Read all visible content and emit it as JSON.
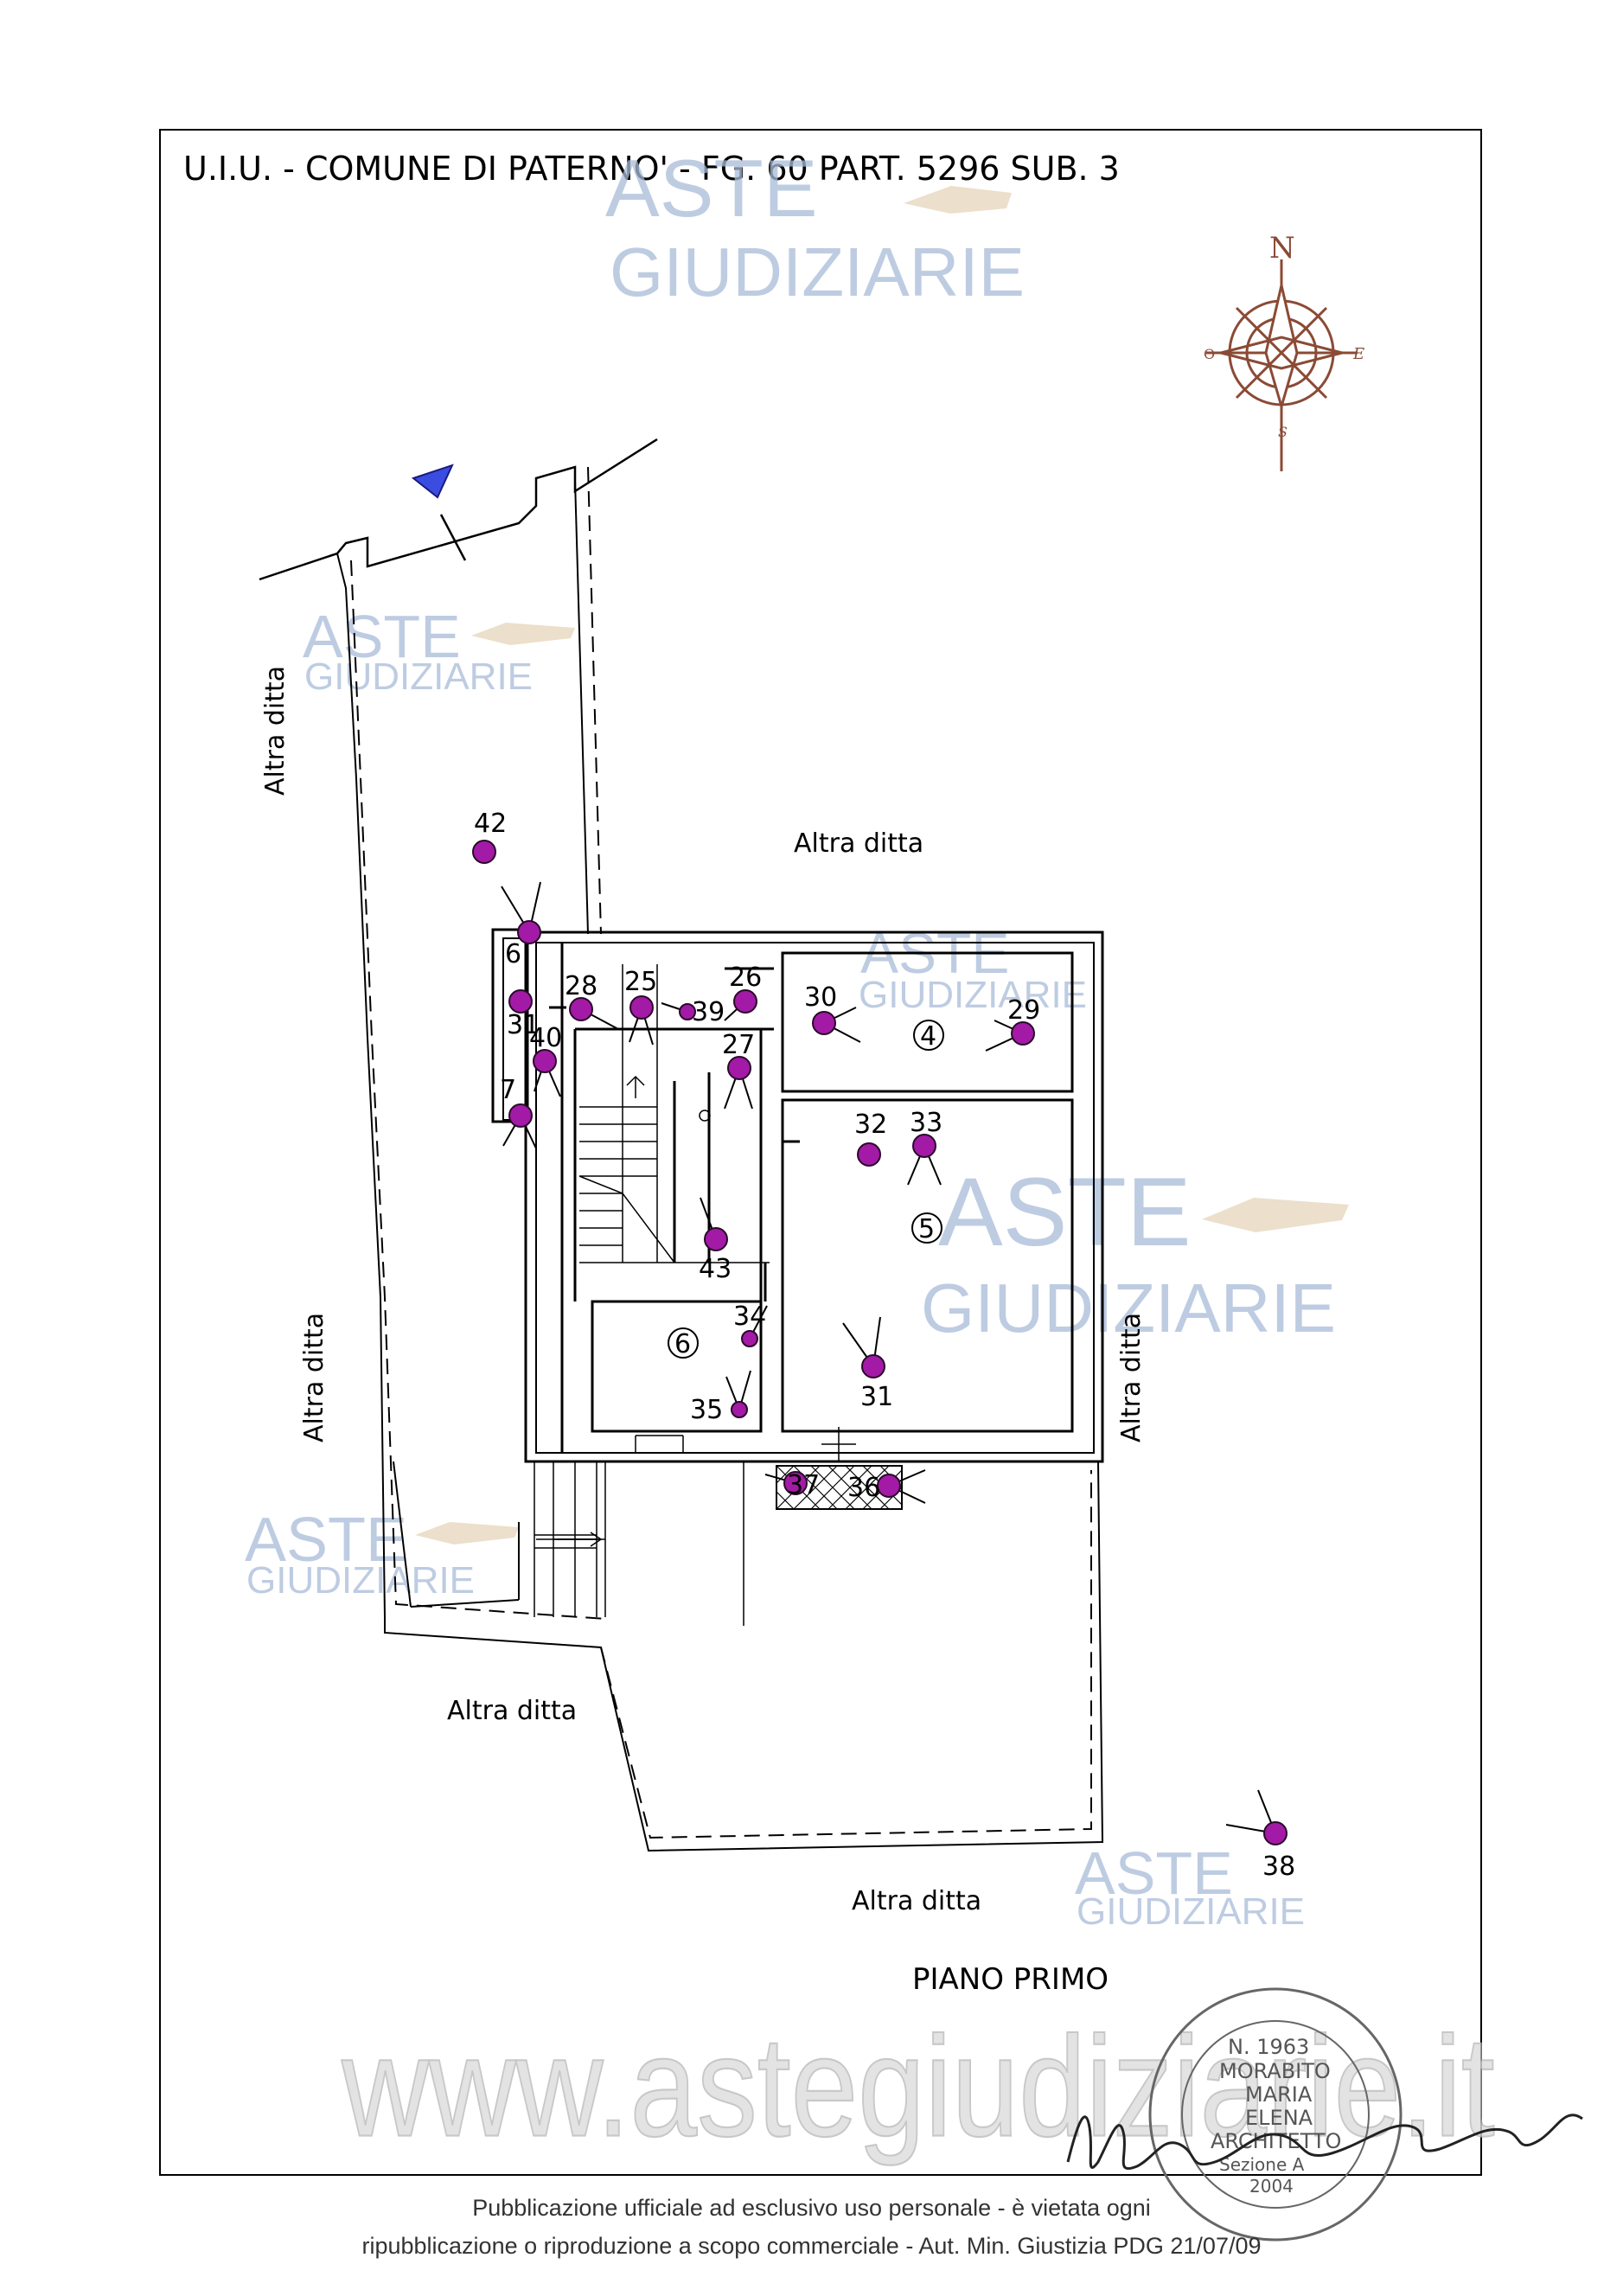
{
  "document": {
    "header_title": "U.I.U. - COMUNE DI PATERNO' -  FG. 60 PART. 5296 SUB. 3",
    "floor_label": "PIANO PRIMO"
  },
  "neighbors": {
    "left_top": "Altra ditta",
    "top_middle": "Altra ditta",
    "left_bottom": "Altra ditta",
    "right": "Altra ditta",
    "bottom_left": "Altra ditta",
    "bottom": "Altra ditta"
  },
  "compass": {
    "north": "N",
    "east": "E",
    "south": "S",
    "west": "O"
  },
  "rooms": [
    {
      "id": "room-4",
      "number": "4"
    },
    {
      "id": "room-5",
      "number": "5"
    },
    {
      "id": "room-6",
      "number": "6"
    }
  ],
  "photo_points": [
    {
      "key": "p42",
      "label": "42"
    },
    {
      "key": "p6",
      "label": "6"
    },
    {
      "key": "p31a",
      "label": "31"
    },
    {
      "key": "p40",
      "label": "40"
    },
    {
      "key": "p7",
      "label": "7"
    },
    {
      "key": "p28",
      "label": "28"
    },
    {
      "key": "p25",
      "label": "25"
    },
    {
      "key": "p39",
      "label": "39"
    },
    {
      "key": "p26",
      "label": "26"
    },
    {
      "key": "p27",
      "label": "27"
    },
    {
      "key": "p30",
      "label": "30"
    },
    {
      "key": "p29",
      "label": "29"
    },
    {
      "key": "p32",
      "label": "32"
    },
    {
      "key": "p33",
      "label": "33"
    },
    {
      "key": "p43",
      "label": "43"
    },
    {
      "key": "p34",
      "label": "34"
    },
    {
      "key": "p35",
      "label": "35"
    },
    {
      "key": "p31b",
      "label": "31"
    },
    {
      "key": "p37",
      "label": "37"
    },
    {
      "key": "p36",
      "label": "36"
    },
    {
      "key": "p38",
      "label": "38"
    }
  ],
  "watermarks": {
    "brand_top": "ASTE",
    "brand_bottom": "GIUDIZIARIE",
    "website": "www.astegiudiziarie.it"
  },
  "stamp": {
    "lines": [
      "N. 1963",
      "MORABITO",
      "MARIA",
      "ELENA",
      "ARCHITETTO",
      "Sezione A",
      "2004"
    ]
  },
  "footer": {
    "line1": "Pubblicazione ufficiale ad esclusivo uso personale - è vietata ogni",
    "line2": "ripubblicazione o riproduzione a scopo commerciale - Aut. Min. Giustizia PDG 21/07/09"
  },
  "colors": {
    "marker_fill": "#a31aa6",
    "compass": "#8b4a35",
    "watermark": "#9fb4d4",
    "entrance_marker": "#3a4de0"
  }
}
